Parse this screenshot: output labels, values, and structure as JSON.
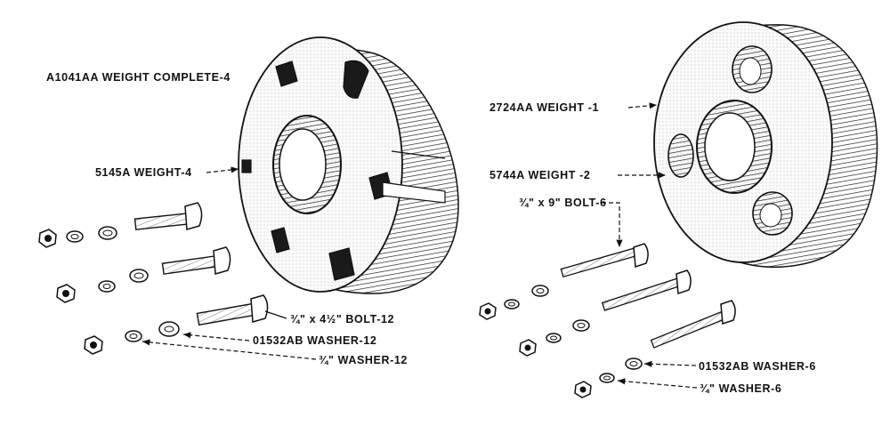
{
  "left_assembly": {
    "title": "A1041AA WEIGHT COMPLETE-4",
    "weight": "5145A WEIGHT-4",
    "bolt": "¾\" x 4½\" BOLT-12",
    "washer_a": "01532AB WASHER-12",
    "washer_b": "¾\" WASHER-12"
  },
  "right_assembly": {
    "weight_1": "2724AA WEIGHT -1",
    "weight_2": "5744A WEIGHT -2",
    "bolt": "¾\" x 9\" BOLT-6",
    "washer_a": "01532AB WASHER-6",
    "washer_b": "¾\" WASHER-6"
  }
}
